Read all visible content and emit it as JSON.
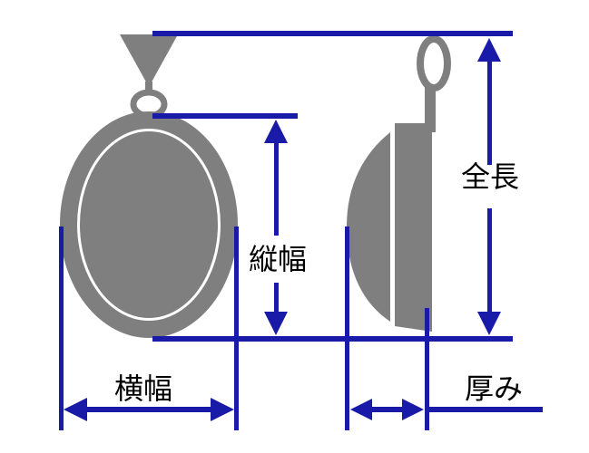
{
  "labels": {
    "full_length": "全長",
    "vertical_width": "縦幅",
    "horizontal_width": "横幅",
    "thickness": "厚み"
  },
  "colors": {
    "pendant": "#7f7f7f",
    "dimension": "#1a1aa8",
    "background": "#ffffff",
    "text": "#000000"
  }
}
